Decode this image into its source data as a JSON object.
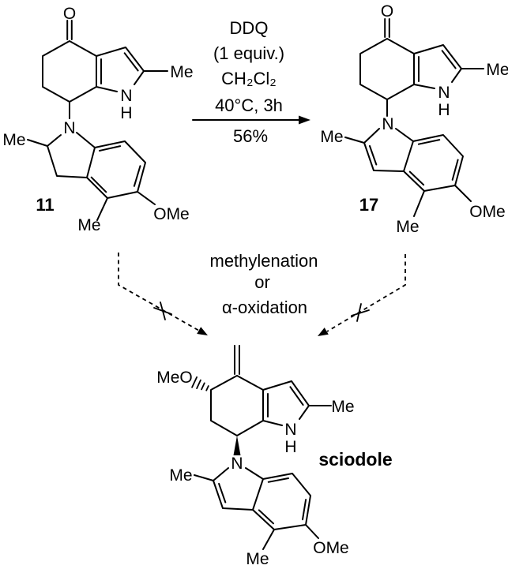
{
  "scheme": {
    "conditions": {
      "reagent": "DDQ",
      "equivalents": "(1 equiv.)",
      "solvent": "CH₂Cl₂",
      "temperature_time": "40°C, 3h",
      "yield": "56%"
    },
    "blocked_pathway": {
      "line1": "methylenation",
      "line2": "or",
      "line3": "α-oxidation"
    },
    "compound_11": {
      "number": "11",
      "labels": {
        "ketone_oxygen": "O",
        "pyrrole_nitrogen": "N",
        "pyrrole_hydrogen": "H",
        "methyl_c2": "Me",
        "indoline_nitrogen": "N",
        "indoline_methyl": "Me",
        "aryl_methyl": "Me",
        "aryl_methoxy": "OMe"
      }
    },
    "compound_17": {
      "number": "17",
      "labels": {
        "ketone_oxygen": "O",
        "pyrrole_nitrogen": "N",
        "pyrrole_hydrogen": "H",
        "methyl_c2": "Me",
        "indole_nitrogen": "N",
        "indole_methyl": "Me",
        "aryl_methyl": "Me",
        "aryl_methoxy": "OMe"
      }
    },
    "sciodole": {
      "name": "sciodole",
      "labels": {
        "methoxy_stereo": "MeO",
        "pyrrole_nitrogen": "N",
        "pyrrole_hydrogen": "H",
        "methyl_c2": "Me",
        "indole_nitrogen": "N",
        "indole_methyl": "Me",
        "aryl_methyl": "Me",
        "aryl_methoxy": "OMe"
      }
    },
    "colors": {
      "ink": "#000000",
      "background": "#ffffff"
    }
  }
}
